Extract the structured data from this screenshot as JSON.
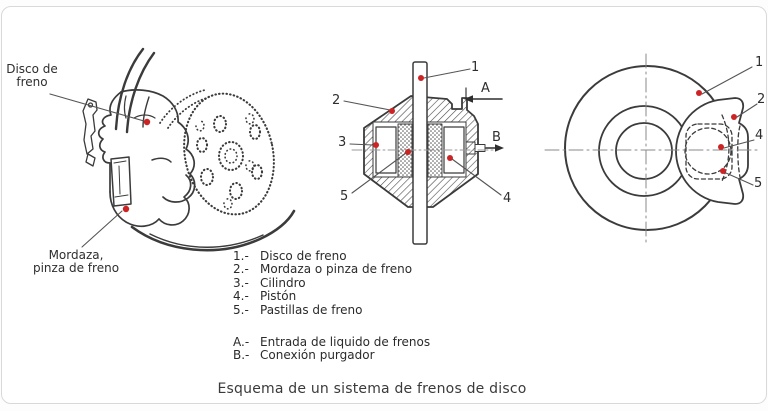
{
  "colors": {
    "line": "#3b3b3b",
    "marker_red": "#cc2424",
    "leader": "#555555",
    "card_border": "#d9d9d9"
  },
  "left_diagram": {
    "disc_label_line1": "Disco de",
    "disc_label_line2": "freno",
    "caliper_label_line1": "Mordaza,",
    "caliper_label_line2": "pinza de freno"
  },
  "section_diagram": {
    "callout_1": "1",
    "callout_2": "2",
    "callout_3": "3",
    "callout_4": "4",
    "callout_5": "5",
    "inlet_label": "A",
    "bleeder_label": "B"
  },
  "front_diagram": {
    "callout_1": "1",
    "callout_2": "2",
    "callout_4": "4",
    "callout_5": "5"
  },
  "legend": {
    "numbered": [
      {
        "key": "1.-",
        "text": "Disco de freno"
      },
      {
        "key": "2.-",
        "text": "Mordaza o pinza de freno"
      },
      {
        "key": "3.-",
        "text": "Cilindro"
      },
      {
        "key": "4.-",
        "text": "Pistón"
      },
      {
        "key": "5.-",
        "text": "Pastillas de freno"
      }
    ],
    "lettered": [
      {
        "key": "A.-",
        "text": "Entrada de liquido de frenos"
      },
      {
        "key": "B.-",
        "text": "Conexión purgador"
      }
    ]
  },
  "caption": "Esquema de un sistema de frenos de disco"
}
